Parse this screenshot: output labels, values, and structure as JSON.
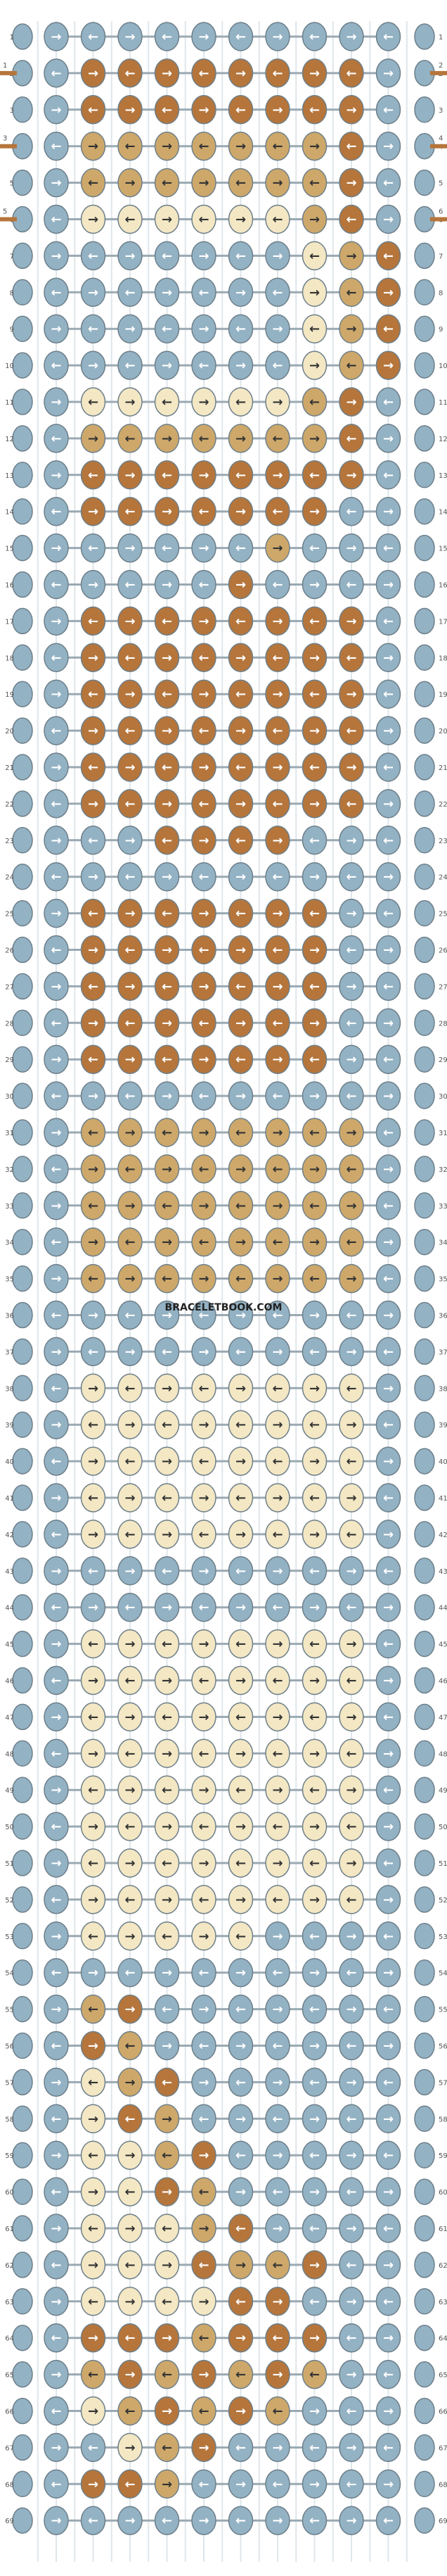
{
  "watermark": "BRACELETBOOK.COM",
  "colors": {
    "A": "#93b2c4",
    "B": "#b5753b",
    "C": "#cda86a",
    "D": "#f3e7c4"
  },
  "strand_colors": [
    "A",
    "B",
    "A",
    "C",
    "A",
    "D",
    "A",
    "A",
    "A",
    "A",
    "A",
    "A",
    "A",
    "A",
    "A",
    "A",
    "A",
    "A",
    "A",
    "A",
    "A"
  ],
  "strand_color_end": [
    "A",
    "B",
    "A",
    "C",
    "A",
    "D",
    "A",
    "A",
    "A",
    "A",
    "A",
    "A",
    "A",
    "A",
    "A",
    "A",
    "A",
    "A",
    "A",
    "A",
    "A"
  ],
  "row_numbers": [
    "1",
    "2",
    "3",
    "4",
    "5",
    "6",
    "7",
    "8",
    "9",
    "10",
    "11",
    "12",
    "13",
    "14",
    "15",
    "16",
    "17",
    "18",
    "19",
    "20",
    "21",
    "22",
    "23",
    "24",
    "25",
    "26",
    "27",
    "28",
    "29",
    "30",
    "31",
    "32",
    "33",
    "34",
    "35",
    "36",
    "37",
    "38",
    "39",
    "40",
    "41",
    "42",
    "43",
    "44",
    "45",
    "46",
    "47",
    "48",
    "49",
    "50",
    "51",
    "52",
    "53",
    "54",
    "55",
    "56",
    "57",
    "58",
    "59",
    "60",
    "61",
    "62",
    "63",
    "64",
    "65",
    "66",
    "67",
    "68",
    "69"
  ],
  "end_labels": {
    "left": [
      {
        "row": "2",
        "text": "1"
      },
      {
        "row": "4",
        "text": "3"
      },
      {
        "row": "6",
        "text": "5"
      }
    ],
    "right": [
      {
        "row": "2",
        "text": "2"
      },
      {
        "row": "4",
        "text": "4"
      },
      {
        "row": "6",
        "text": "6"
      }
    ]
  },
  "pattern_rows": [
    "AAAAAAAAAA",
    "ABBBBBBBBA",
    "ABBBBBBBBA",
    "ACCCCCCCBA",
    "ACCCCCCCBA",
    "ADDDDDDCBA",
    "AAAAAAADCB",
    "AAAAAAADCB",
    "AAAAAAADCB",
    "AAAAAAADCB",
    "ADDDDDDCBA",
    "ACCCCCCCBA",
    "ABBBBBBBBA",
    "ABBBBBBBAA",
    "AAAAAACAAA",
    "AAAAABAAAA",
    "ABBBBBBBBA",
    "ABBBBBBBBA",
    "ABBBBBBBBA",
    "ABBBBBBBBA",
    "ABBBBBBBBA",
    "ABBBBBBBBA",
    "AAABBBBAAA",
    "AAAAAAAAAA",
    "ABBBBBBBAA",
    "ABBBBBBBAA",
    "ABBBBBBBAA",
    "ABBBBBBBAA",
    "ABBBBBBBAA",
    "AAAAAAAAAA",
    "ACCCCCCCCA",
    "ACCCCCCCCA",
    "ACCCCCCCCA",
    "ACCCCCCCCA",
    "ACCCCCCCCA",
    "AAAAAAAAAA",
    "AAAAAAAAAA",
    "ADDDDDDDDA",
    "ADDDDDDDDA",
    "ADDDDDDDDA",
    "ADDDDDDDDA",
    "ADDDDDDDDA",
    "AAAAAAAAAA",
    "AAAAAAAAAA",
    "ADDDDDDDDA",
    "ADDDDDDDDA",
    "ADDDDDDDDA",
    "ADDDDDDDDA",
    "ADDDDDDDDA",
    "ADDDDDDDDA",
    "ADDDDDDDDA",
    "ADDDDDDDDA",
    "ADDDDDAAAA",
    "AAAAAAAAAA",
    "ACBAAAAAAA",
    "ABCAAAAAAA",
    "ADCBAAAAAA",
    "ADBCAAAAAA",
    "ADDCBAAAAA",
    "ADDBCAAAAA",
    "ADDDCBAAAA",
    "ADDDBCCBAA",
    "ADDDDBBAAA",
    "ABBBCBBBAA",
    "ACBCBCBCAA",
    "ADCBCBCAAA",
    "AADCBAAAAA",
    "ABBCAAAAAA",
    "AAAAAAAAAA"
  ]
}
